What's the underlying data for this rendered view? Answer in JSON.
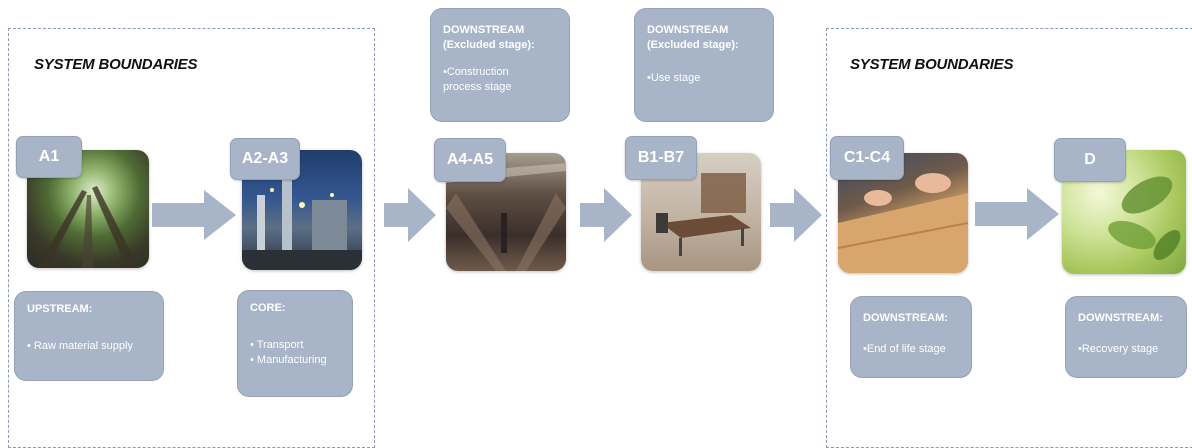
{
  "boundaries": {
    "left_title": "SYSTEM BOUNDARIES",
    "right_title": "SYSTEM BOUNDARIES"
  },
  "stages": [
    {
      "code": "A1",
      "image": "forest-trees-icon"
    },
    {
      "code": "A2-A3",
      "image": "factory-icon"
    },
    {
      "code": "A4-A5",
      "image": "construction-site-icon"
    },
    {
      "code": "B1-B7",
      "image": "office-interior-icon"
    },
    {
      "code": "C1-C4",
      "image": "floor-installation-icon"
    },
    {
      "code": "D",
      "image": "green-leaves-icon"
    }
  ],
  "boxes": {
    "a1": {
      "title": "UPSTREAM:",
      "lines": [
        "• Raw material supply"
      ]
    },
    "a2a3": {
      "title": "CORE:",
      "lines": [
        "• Transport",
        "• Manufacturing"
      ]
    },
    "a4a5": {
      "title": "DOWNSTREAM",
      "title2": "(Excluded stage):",
      "lines": [
        "•Construction",
        "process stage"
      ]
    },
    "b1b7": {
      "title": "DOWNSTREAM",
      "title2": "(Excluded stage):",
      "lines": [
        "•Use stage"
      ]
    },
    "c1c4": {
      "title": "DOWNSTREAM:",
      "lines": [
        "•End of life stage"
      ]
    },
    "d": {
      "title": "DOWNSTREAM:",
      "lines": [
        "•Recovery stage"
      ]
    }
  },
  "colors": {
    "box": "#a8b5c8",
    "arrow": "#a8b5c8",
    "boundary": "#8a9bb0"
  }
}
